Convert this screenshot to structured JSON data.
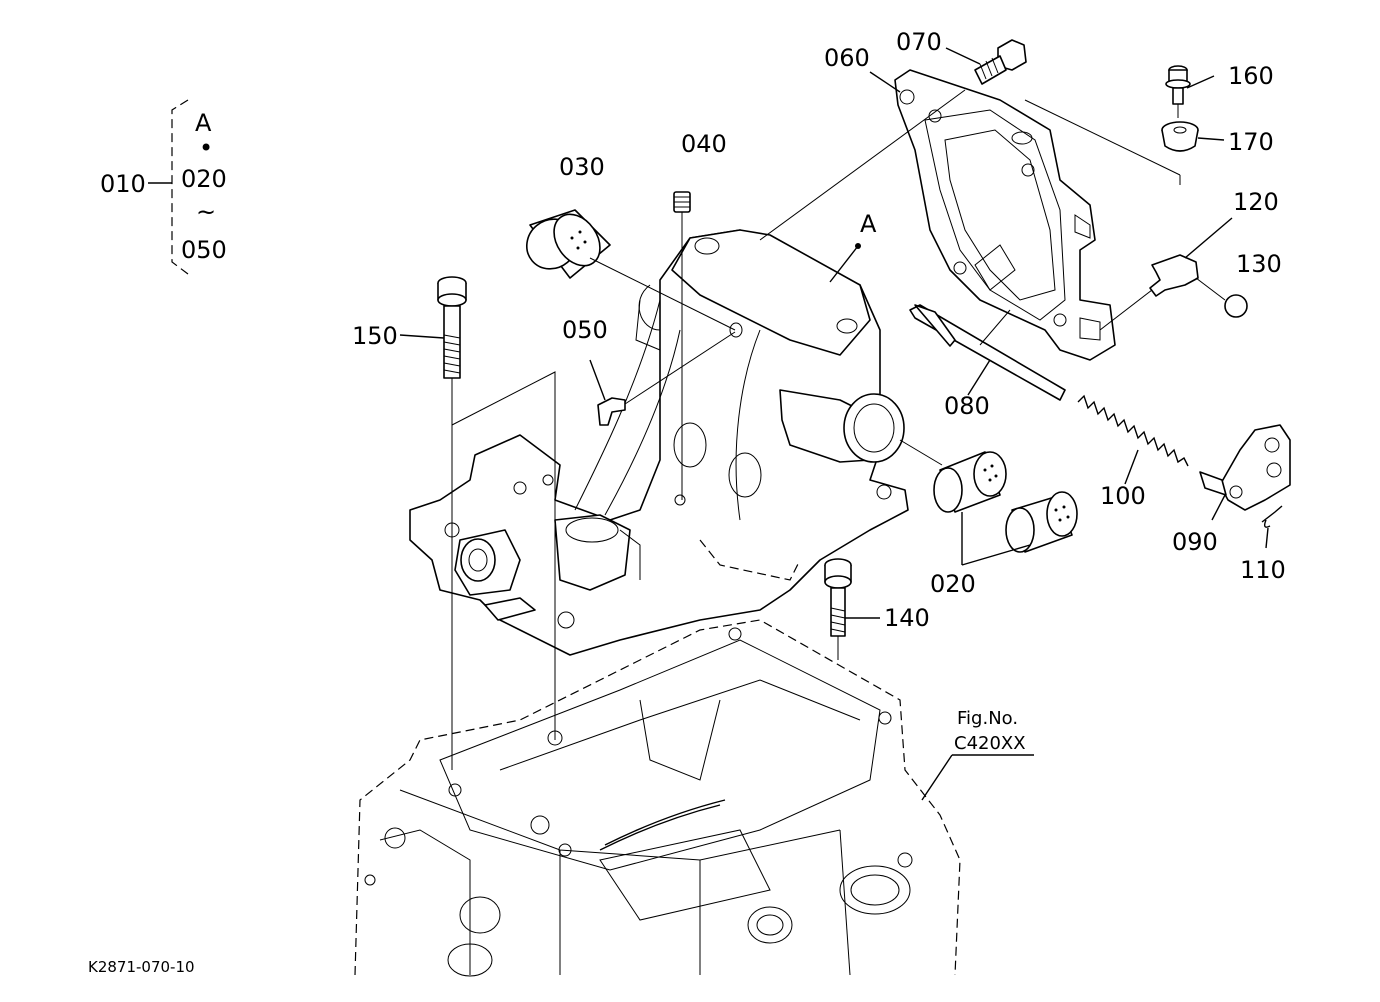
{
  "figure_code": "K2871-070-10",
  "group": {
    "main": "010",
    "items": [
      "A",
      "020",
      "050"
    ],
    "dot_marker": "•",
    "range_marker": "~"
  },
  "marker_a": "A",
  "callouts": {
    "p020": "020",
    "p030": "030",
    "p040": "040",
    "p050": "050",
    "p060": "060",
    "p070": "070",
    "p080": "080",
    "p090": "090",
    "p100": "100",
    "p110": "110",
    "p120": "120",
    "p130": "130",
    "p140": "140",
    "p150": "150",
    "p160": "160",
    "p170": "170"
  },
  "reference": {
    "label": "Fig.No.",
    "value": "C420XX"
  }
}
